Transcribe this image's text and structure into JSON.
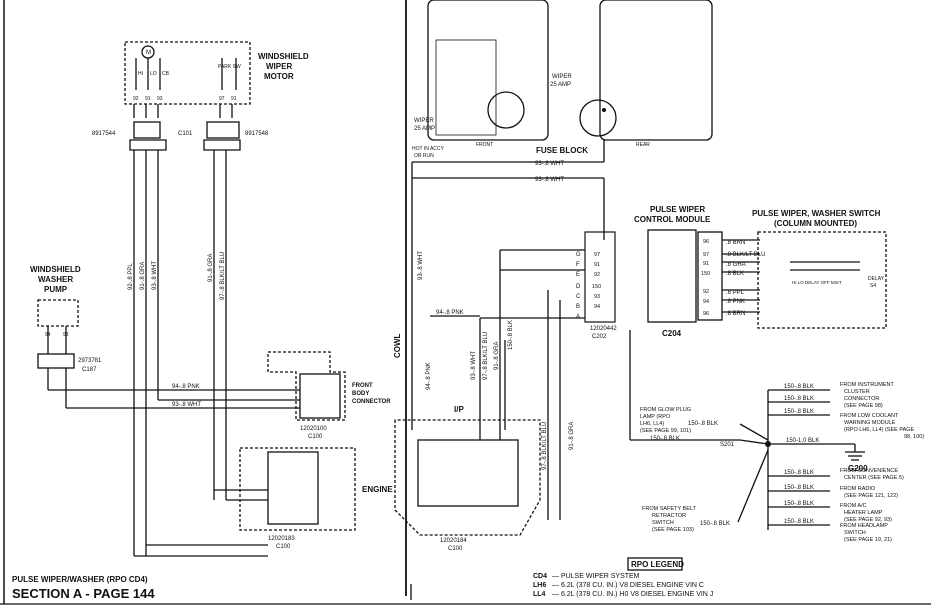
{
  "motor": {
    "title_1": "WINDSHIELD",
    "title_2": "WIPER",
    "title_3": "MOTOR",
    "pins": [
      "92",
      "91",
      "93",
      "97",
      "91"
    ],
    "labels": [
      "HI",
      "LO",
      "CB",
      "PARK SW",
      "M"
    ]
  },
  "pump": {
    "title_1": "WINDSHIELD",
    "title_2": "WASHER",
    "title_3": "PUMP",
    "pins": [
      "94",
      "93"
    ],
    "conn_part": "2973781",
    "conn_id": "C187"
  },
  "connectors": {
    "c101_left_part": "8917544",
    "c101_id": "C101",
    "c101_right_part": "8917548",
    "front_body_1": "FRONT",
    "front_body_2": "BODY",
    "front_body_3": "CONNECTOR",
    "front_body_part": "12020100",
    "front_body_id": "C100",
    "engine_label": "ENGINE",
    "engine_part": "12020183",
    "engine_id": "C100",
    "ip_label": "I/P",
    "ip_part": "12020184",
    "ip_id": "C100",
    "c202_part": "12020442",
    "c202_id": "C202",
    "c204_id": "C204"
  },
  "wires": {
    "w92_ppl": "92-.8 PPL",
    "w91_gra": "91-.8 GRA",
    "w93_wht": "93-.8 WHT",
    "w91_gra_r": "91-.8 GRA",
    "w97_blk": "97-.8 BLK/LT BLU",
    "w94_pnk": "94-.8 PNK",
    "w93_wht_b": "93-.8 WHT",
    "w93_wht_top": "93-.8 WHT",
    "w93_wht_top2": "93-.8 WHT",
    "w93_wht_v": "93-.8 WHT",
    "w94_pnk_h": "94-.8 PNK",
    "w94_pnk_v": "94-.8 PNK",
    "w93_wht_v2": "93-.8 WHT",
    "w97_blk_v": "97-.8 BLK/LT BLU",
    "w91_gra_v": "91-.8 GRA",
    "w150_blk_v": "150-.8 BLK",
    "w97_blk_v2": "97-.8 BLK/LT BLU",
    "w91_gra_v2": "91-.8 GRA"
  },
  "fuse": {
    "title": "FUSE BLOCK",
    "front": "FRONT",
    "rear": "REAR",
    "wiper_l_1": "WIPER",
    "wiper_l_2": "25 AMP",
    "wiper_r_1": "WIPER",
    "wiper_r_2": "25 AMP",
    "hot_1": "HOT IN ACCY",
    "hot_2": "OR RUN"
  },
  "cowl": "COWL",
  "module": {
    "title_1": "PULSE WIPER",
    "title_2": "CONTROL MODULE",
    "pins": [
      "97",
      "91",
      "92",
      "150",
      "93",
      "94"
    ],
    "c202_letters": [
      "G",
      "F",
      "E",
      "D",
      "C",
      "B",
      "A"
    ]
  },
  "switch": {
    "title_1": "PULSE  WIPER, WASHER SWITCH",
    "title_2": "(COLUMN MOUNTED)",
    "wires": [
      ".8 BRN",
      ".8 BLK/LT BLU",
      ".8 GRA",
      ".8 BLK",
      ".8 PPL",
      ".8 PNK",
      ".8 BRN"
    ],
    "pins": [
      "96",
      "97",
      "91",
      "150",
      "92",
      "94",
      "96"
    ],
    "positions": "HI  LO DELAY OFF MIST",
    "delay": "DELAY",
    "s4": "S4"
  },
  "ground": {
    "s201": "S201",
    "g200": "G200",
    "center": "150-1.0 BLK",
    "glow_1": "FROM GLOW PLUG",
    "glow_2": "LAMP (RPO",
    "glow_3": "LH6, LL4)",
    "glow_4": "(SEE PAGE 99, 101)",
    "glow_w": "150-.8 BLK",
    "glow_w2": "150-.8 BLK",
    "seat_1": "FROM SAFETY BELT",
    "seat_2": "RETRACTOR",
    "seat_3": "SWITCH",
    "seat_4": "(SEE PAGE 103)",
    "seat_w": "150-.8 BLK",
    "right": [
      {
        "wire": "150-.8 BLK",
        "l1": "FROM INSTRUMENT",
        "l2": "CLUSTER",
        "l3": "CONNECTOR",
        "l4": "(SEE PAGE 98)"
      },
      {
        "wire": "150-.8 BLK",
        "l1": "FROM LOW COOLANT",
        "l2": "WARNING MODULE",
        "l3": "(RPO LH6, LL4) (SEE PAGE",
        "l4": "98, 100)"
      },
      {
        "wire": "150-.8 BLK",
        "l1": "FROM CONVENIENCE",
        "l2": "CENTER (SEE PAGE 5)",
        "l3": "",
        "l4": ""
      },
      {
        "wire": "150-.8 BLK",
        "l1": "FROM RADIO",
        "l2": "(SEE PAGE 121, 122)",
        "l3": "",
        "l4": ""
      },
      {
        "wire": "150-.8 BLK",
        "l1": "FROM A/C",
        "l2": "HEATER LAMP",
        "l3": "(SEE PAGE 92, 93)",
        "l4": ""
      },
      {
        "wire": "150-.8 BLK",
        "l1": "FROM HEADLAMP",
        "l2": "SWITCH",
        "l3": "(SEE PAGE 19, 21)",
        "l4": ""
      }
    ],
    "extra_wires": [
      "150-.8 BLK",
      "150-.8 BLK"
    ]
  },
  "rpo": {
    "title": "RPO LEGEND",
    "lines": [
      {
        "code": "CD4",
        "text": "— PULSE WIPER SYSTEM"
      },
      {
        "code": "LH6",
        "text": "— 6.2L (378 CU. IN.) V8 DIESEL ENGINE VIN C"
      },
      {
        "code": "LL4",
        "text": "— 6.2L (378 CU. IN.) H0 V8 DIESEL ENGINE VIN J"
      }
    ]
  },
  "footer": {
    "system": "PULSE WIPER/WASHER (RPO CD4)",
    "section": "SECTION A - PAGE 144"
  }
}
